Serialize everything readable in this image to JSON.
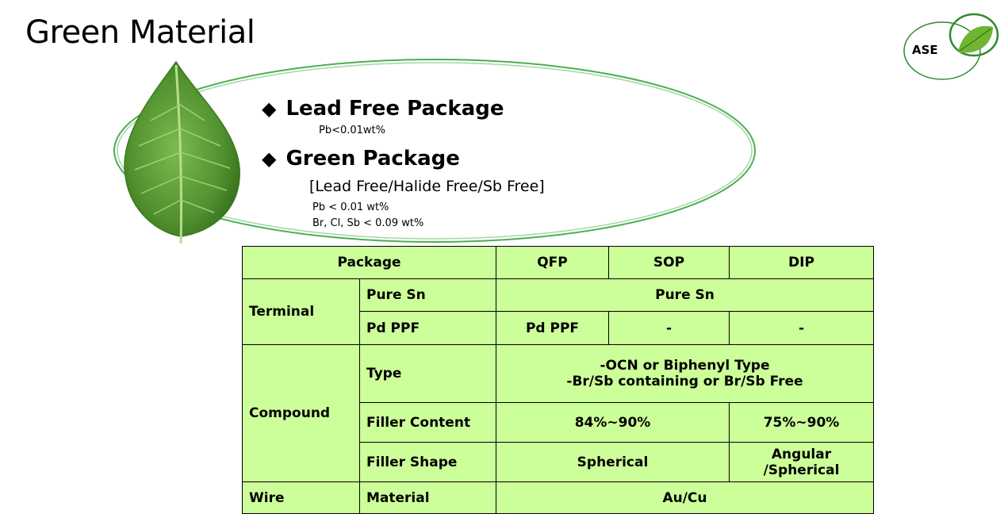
{
  "title": "Green Material",
  "logo": {
    "text": "ASE",
    "colors": {
      "ring": "#2e8b2e",
      "leaf": "#5aa02c"
    }
  },
  "bullets": [
    {
      "label": "Lead Free Package",
      "detail": "Pb<0.01wt%"
    },
    {
      "label": "Green Package",
      "subtitle": "[Lead Free/Halide Free/Sb Free]",
      "details": [
        "Pb < 0.01 wt%",
        "Br, Cl, Sb < 0.09 wt%"
      ]
    }
  ],
  "table": {
    "background": "#ccff99",
    "header": {
      "package": "Package",
      "qfp": "QFP",
      "sop": "SOP",
      "dip": "DIP"
    },
    "terminal": {
      "label": "Terminal",
      "pure_sn": {
        "label": "Pure Sn",
        "value": "Pure Sn"
      },
      "pd_ppf": {
        "label": "Pd PPF",
        "qfp": "Pd PPF",
        "sop": "-",
        "dip": "-"
      }
    },
    "compound": {
      "label": "Compound",
      "type": {
        "label": "Type",
        "line1": "-OCN or Biphenyl Type",
        "line2": "-Br/Sb containing or Br/Sb Free"
      },
      "filler_content": {
        "label": "Filler Content",
        "qfp_sop": "84%~90%",
        "dip": "75%~90%"
      },
      "filler_shape": {
        "label": "Filler Shape",
        "qfp_sop": "Spherical",
        "dip_line1": "Angular",
        "dip_line2": "/Spherical"
      }
    },
    "wire": {
      "label": "Wire",
      "material_label": "Material",
      "value": "Au/Cu"
    }
  }
}
